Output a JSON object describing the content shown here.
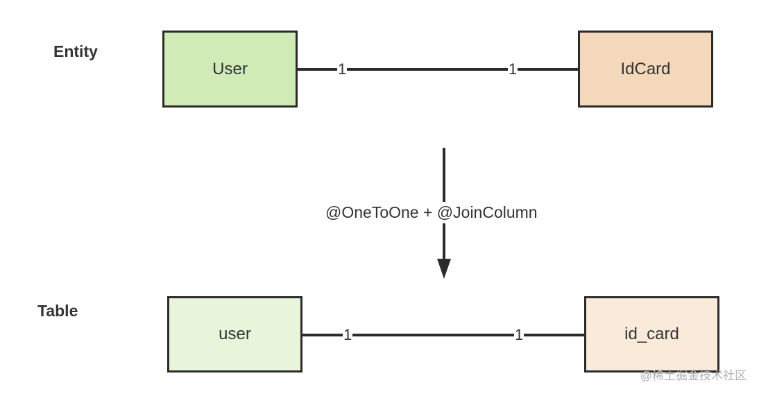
{
  "entity_row": {
    "label": "Entity",
    "left_box": {
      "text": "User",
      "fill": "#d1ebb7"
    },
    "right_box": {
      "text": "IdCard",
      "fill": "#f3d8ba"
    },
    "left_cardinality": "1",
    "right_cardinality": "1"
  },
  "mapping": {
    "label": "@OneToOne + @JoinColumn"
  },
  "table_row": {
    "label": "Table",
    "left_box": {
      "text": "user",
      "fill": "#e7f5da"
    },
    "right_box": {
      "text": "id_card",
      "fill": "#f9ead9"
    },
    "left_cardinality": "1",
    "right_cardinality": "1"
  },
  "watermark": "@稀土掘金技术社区",
  "colors": {
    "stroke": "#2b2b2b",
    "text": "#333333"
  }
}
